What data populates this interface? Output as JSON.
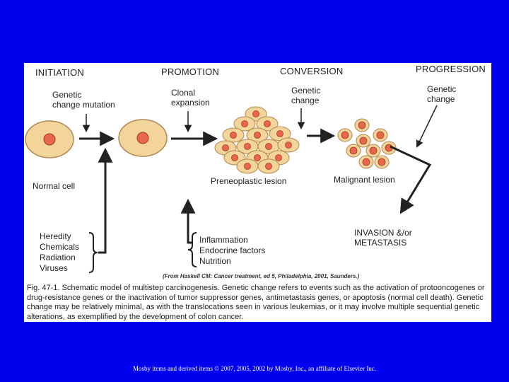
{
  "stages": {
    "initiation": "INITIATION",
    "promotion": "PROMOTION",
    "conversion": "CONVERSION",
    "progression": "PROGRESSION"
  },
  "labels": {
    "genetic_change_mutation": "Genetic\nchange mutation",
    "clonal_expansion": "Clonal\nexpansion",
    "genetic_change_1": "Genetic\nchange",
    "genetic_change_2": "Genetic\nchange",
    "normal_cell": "Normal cell",
    "preneoplastic_lesion": "Preneoplastic lesion",
    "malignant_lesion": "Malignant lesion",
    "invasion": "INVASION &/or\nMETASTASIS"
  },
  "factors": {
    "initiation": [
      "Heredity",
      "Chemicals",
      "Radiation",
      "Viruses"
    ],
    "promotion": [
      "Inflammation",
      "Endocrine factors",
      "Nutrition"
    ]
  },
  "credit": "(From Haskell CM: Cancer treatment, ed 5, Philadelphia, 2001, Saunders.)",
  "caption": "Fig. 47-1. Schematic model of multistep carcinogenesis. Genetic change refers to events such as the activation of protooncogenes or drug-resistance genes or the inactivation of tumor suppressor genes, antimetastasis genes, or apoptosis (normal cell death). Genetic change may be relatively minimal, as with the translocations seen in various leukemias, or it may involve multiple sequential genetic alterations, as exemplified by the development of colon cancer.",
  "footer": "Mosby items and derived items © 2007, 2005, 2002 by Mosby, Inc., an affiliate of Elsevier Inc.",
  "colors": {
    "background": "#0000ee",
    "cell_fill": "#f3d49a",
    "nucleus": "#e8664a"
  }
}
